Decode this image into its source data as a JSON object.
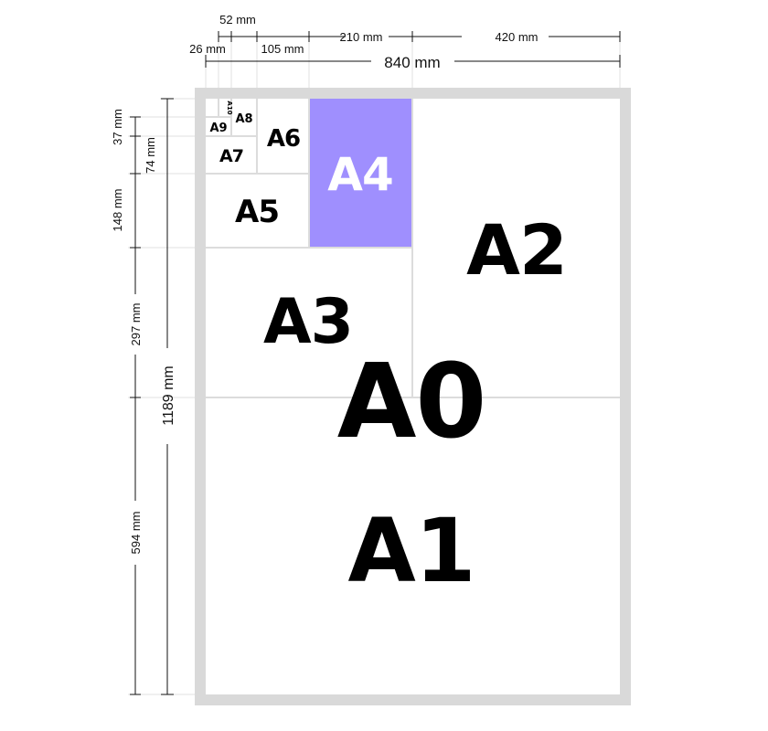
{
  "sheets": {
    "a0": "A0",
    "a1": "A1",
    "a2": "A2",
    "a3": "A3",
    "a4": "A4",
    "a5": "A5",
    "a6": "A6",
    "a7": "A7",
    "a8": "A8",
    "a9": "A9",
    "a10": "A10"
  },
  "widths": {
    "w26": "26 mm",
    "w52": "52 mm",
    "w105": "105 mm",
    "w210": "210 mm",
    "w420": "420 mm",
    "w840": "840 mm"
  },
  "heights": {
    "h37": "37 mm",
    "h74": "74 mm",
    "h148": "148 mm",
    "h297": "297 mm",
    "h594": "594 mm",
    "h1189": "1189 mm"
  },
  "colors": {
    "highlight": "#9f8ffe",
    "frame": "#d9d9d9"
  }
}
